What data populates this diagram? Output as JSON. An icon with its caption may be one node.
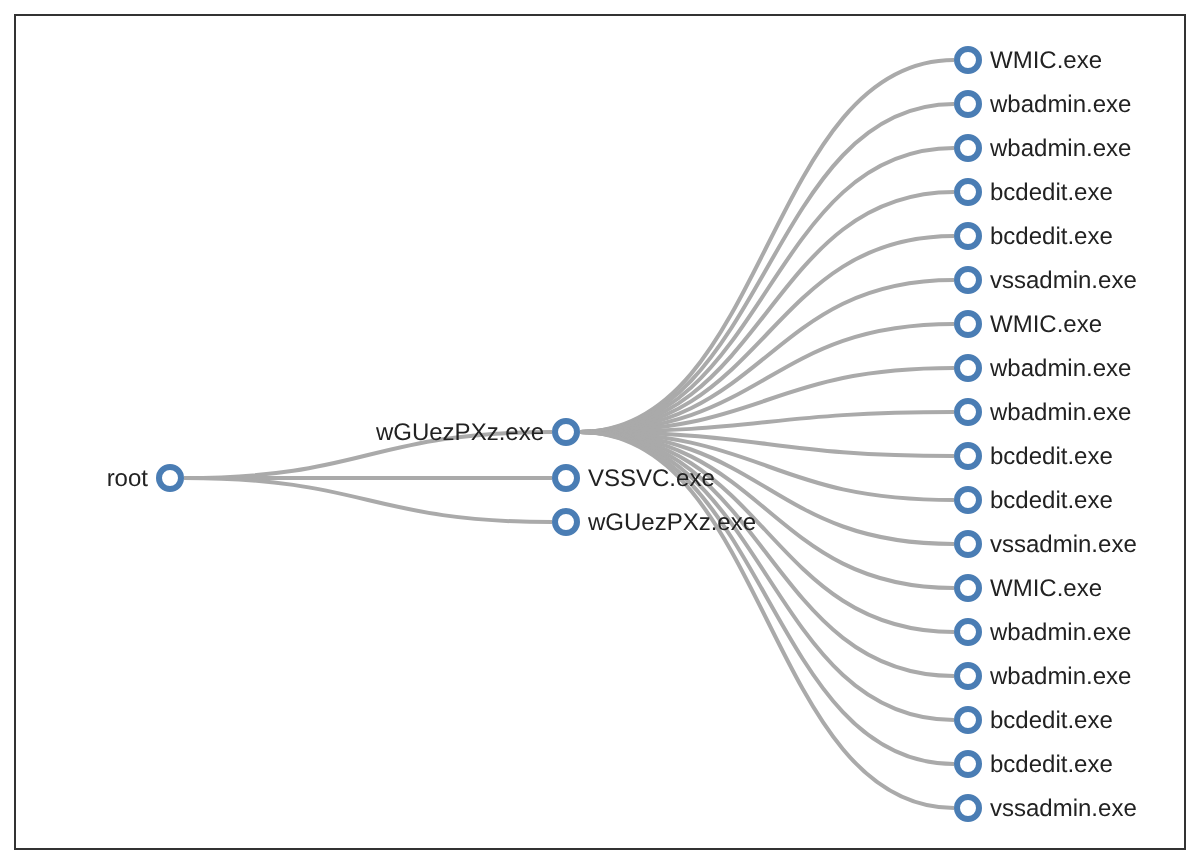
{
  "diagram": {
    "nodes": [
      {
        "text": [],
        "shape": "circle",
        "beside": [
          "root"
        ]
      },
      {
        "text": [],
        "shape": "circle",
        "beside": [
          "wGUezPXz.exe"
        ]
      },
      {
        "text": [],
        "shape": "circle",
        "beside": [
          "VSSVC.exe"
        ]
      },
      {
        "text": [],
        "shape": "circle",
        "beside": [
          "wGUezPXz.exe"
        ]
      },
      {
        "text": [],
        "shape": "circle",
        "beside": [
          "WMIC.exe"
        ]
      },
      {
        "text": [],
        "shape": "circle",
        "beside": [
          "wbadmin.exe"
        ]
      },
      {
        "text": [],
        "shape": "circle",
        "beside": [
          "wbadmin.exe"
        ]
      },
      {
        "text": [],
        "shape": "circle",
        "beside": [
          "bcdedit.exe"
        ]
      },
      {
        "text": [],
        "shape": "circle",
        "beside": [
          "bcdedit.exe"
        ]
      },
      {
        "text": [],
        "shape": "circle",
        "beside": [
          "vssadmin.exe"
        ]
      },
      {
        "text": [],
        "shape": "circle",
        "beside": [
          "WMIC.exe"
        ]
      },
      {
        "text": [],
        "shape": "circle",
        "beside": [
          "wbadmin.exe"
        ]
      },
      {
        "text": [],
        "shape": "circle",
        "beside": [
          "wbadmin.exe"
        ]
      },
      {
        "text": [],
        "shape": "circle",
        "beside": [
          "bcdedit.exe"
        ]
      },
      {
        "text": [],
        "shape": "circle",
        "beside": [
          "bcdedit.exe"
        ]
      },
      {
        "text": [],
        "shape": "circle",
        "beside": [
          "vssadmin.exe"
        ]
      },
      {
        "text": [],
        "shape": "circle",
        "beside": [
          "WMIC.exe"
        ]
      },
      {
        "text": [],
        "shape": "circle",
        "beside": [
          "wbadmin.exe"
        ]
      },
      {
        "text": [],
        "shape": "circle",
        "beside": [
          "wbadmin.exe"
        ]
      },
      {
        "text": [],
        "shape": "circle",
        "beside": [
          "bcdedit.exe"
        ]
      },
      {
        "text": [],
        "shape": "circle",
        "beside": [
          "bcdedit.exe"
        ]
      },
      {
        "text": [],
        "shape": "circle",
        "beside": [
          "vssadmin.exe"
        ]
      }
    ],
    "edges": [
      {
        "from": 0,
        "to": 1,
        "arrow": "none"
      },
      {
        "from": 0,
        "to": 2,
        "arrow": "none"
      },
      {
        "from": 0,
        "to": 3,
        "arrow": "none"
      },
      {
        "from": 1,
        "to": 4,
        "arrow": "none"
      },
      {
        "from": 1,
        "to": 5,
        "arrow": "none"
      },
      {
        "from": 1,
        "to": 6,
        "arrow": "none"
      },
      {
        "from": 1,
        "to": 7,
        "arrow": "none"
      },
      {
        "from": 1,
        "to": 8,
        "arrow": "none"
      },
      {
        "from": 1,
        "to": 9,
        "arrow": "none"
      },
      {
        "from": 1,
        "to": 10,
        "arrow": "none"
      },
      {
        "from": 1,
        "to": 11,
        "arrow": "none"
      },
      {
        "from": 1,
        "to": 12,
        "arrow": "none"
      },
      {
        "from": 1,
        "to": 13,
        "arrow": "none"
      },
      {
        "from": 1,
        "to": 14,
        "arrow": "none"
      },
      {
        "from": 1,
        "to": 15,
        "arrow": "none"
      },
      {
        "from": 1,
        "to": 16,
        "arrow": "none"
      },
      {
        "from": 1,
        "to": 17,
        "arrow": "none"
      },
      {
        "from": 1,
        "to": 18,
        "arrow": "none"
      },
      {
        "from": 1,
        "to": 19,
        "arrow": "none"
      },
      {
        "from": 1,
        "to": 20,
        "arrow": "none"
      },
      {
        "from": 1,
        "to": 21,
        "arrow": "none"
      }
    ]
  }
}
